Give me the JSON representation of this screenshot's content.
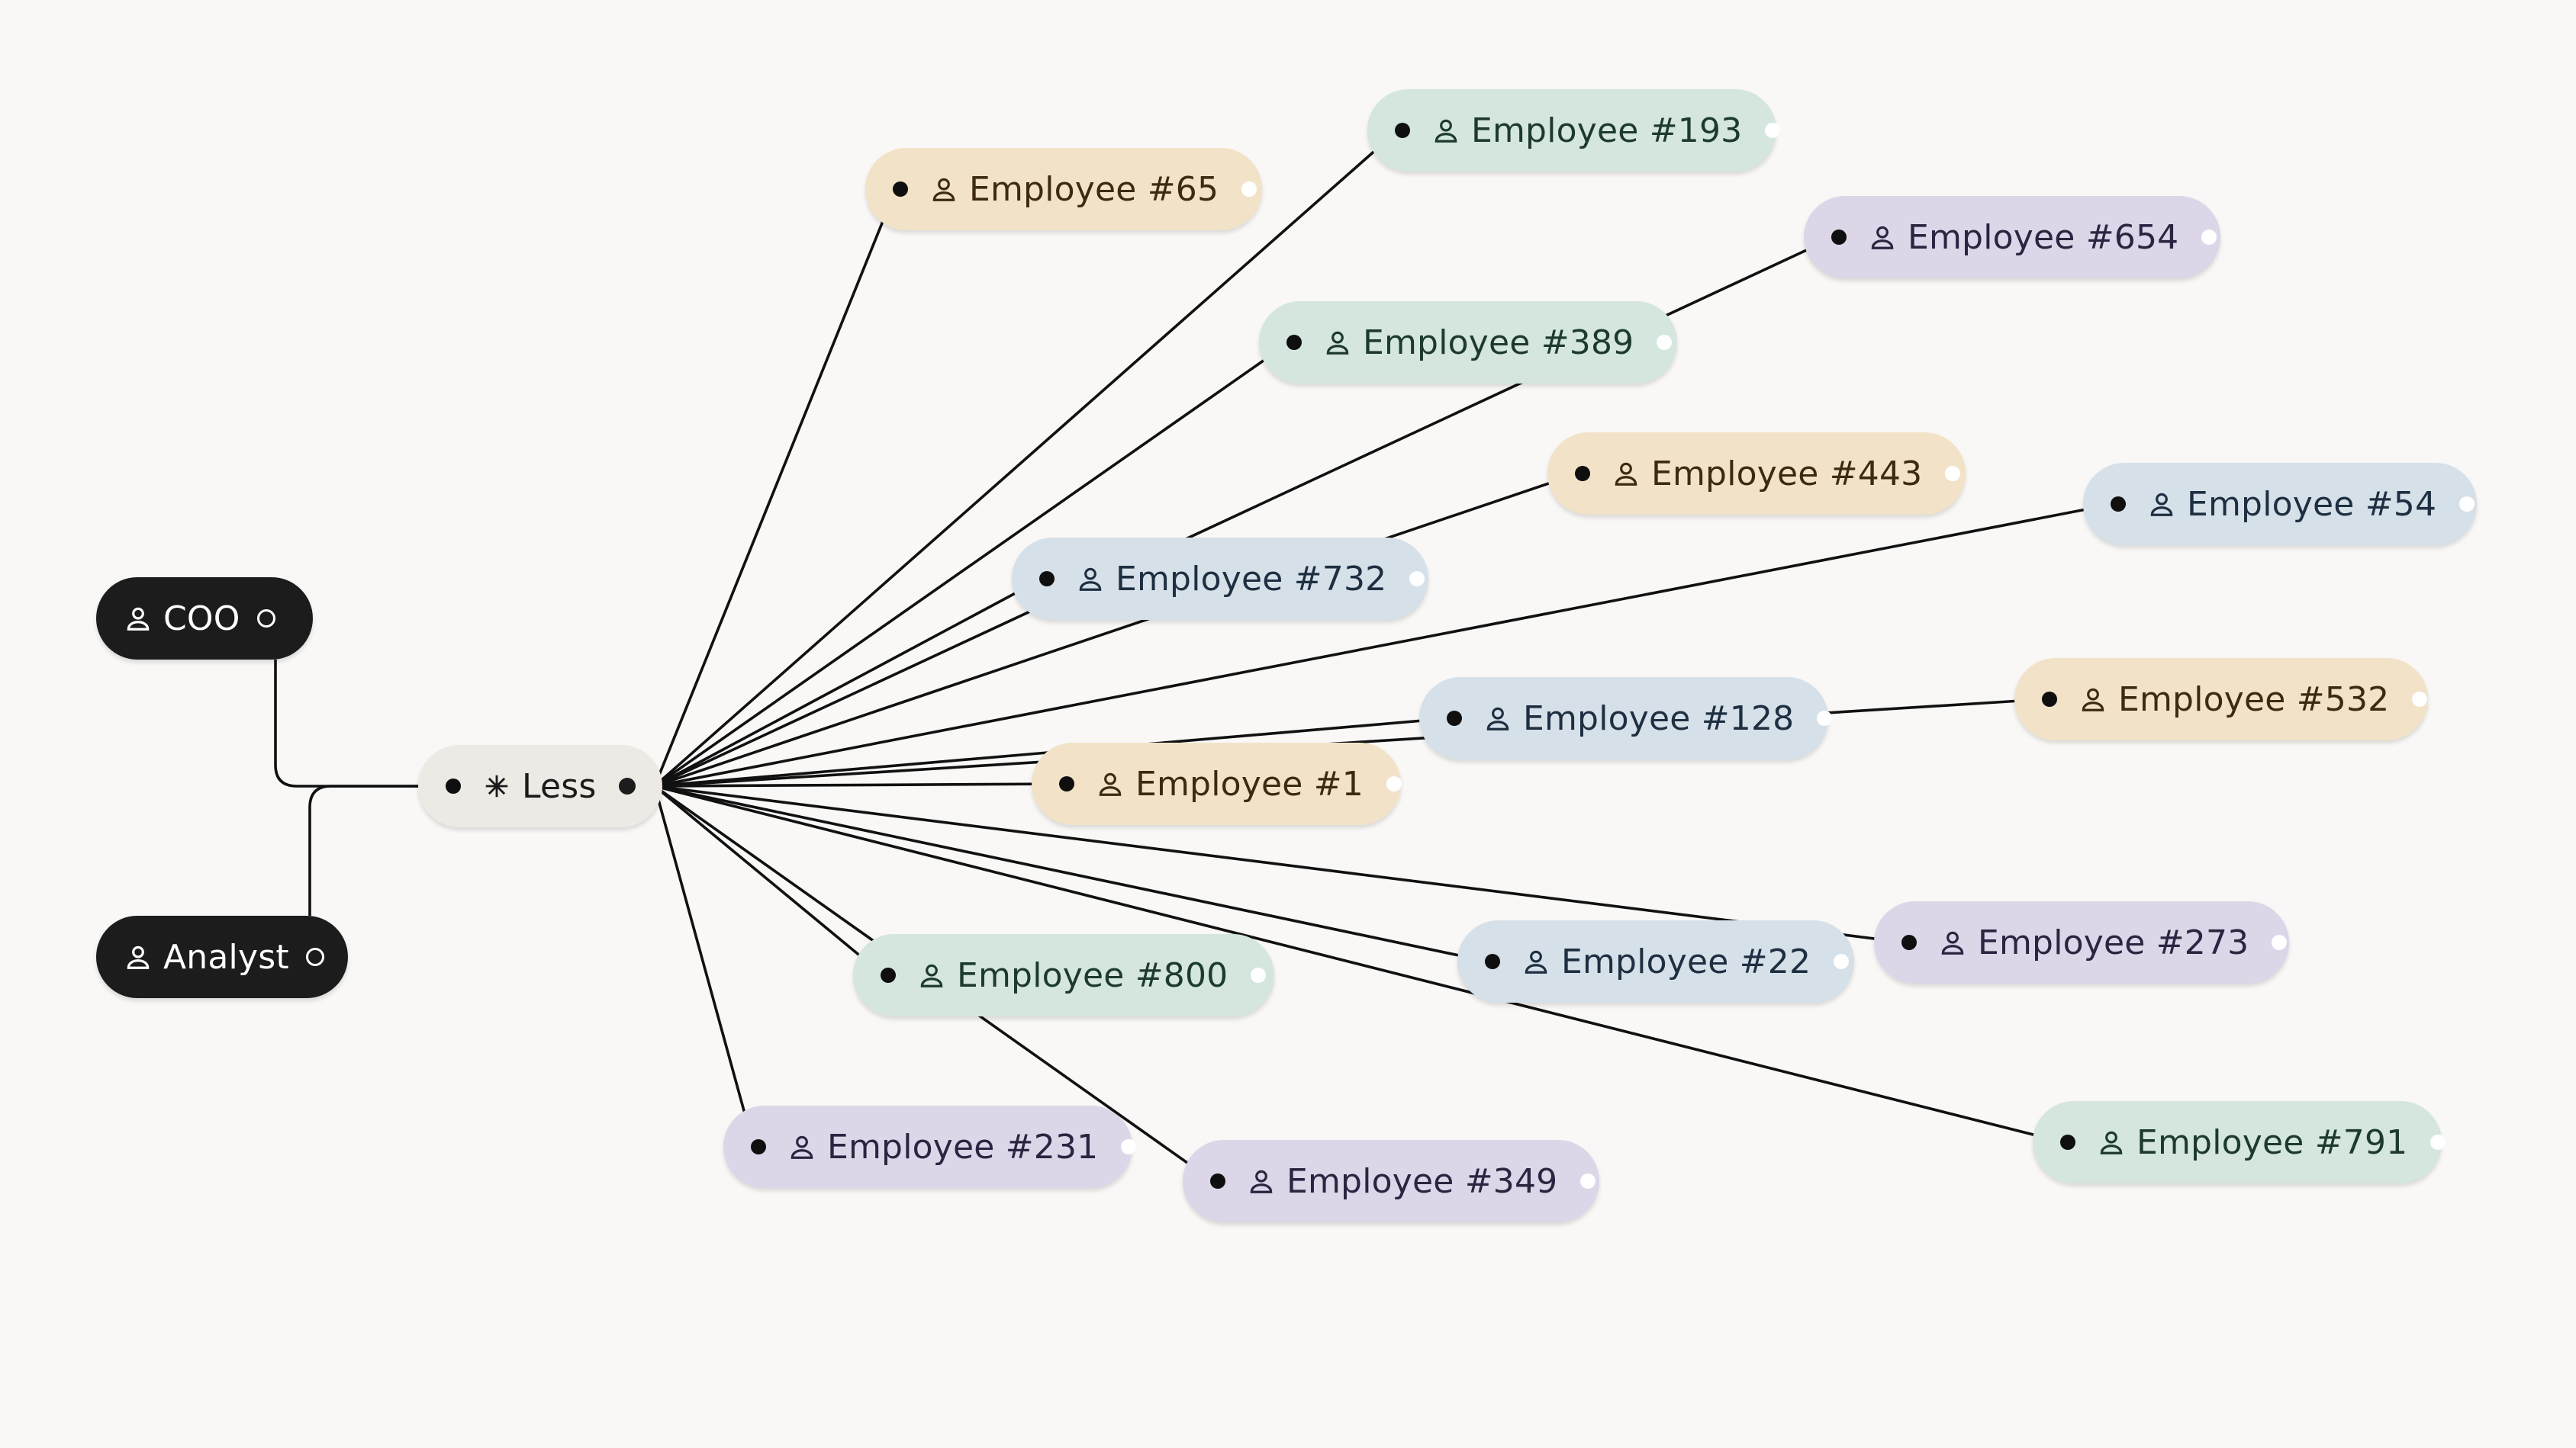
{
  "diagram": {
    "colors": {
      "canvas": "#f9f8f6",
      "edge": "#111111",
      "dark": "#1c1c1c",
      "group": "#ede9e5",
      "orange": "#f2e3c8",
      "green": "#d4e6de",
      "blue": "#d6e0e8",
      "purple": "#dcd6e8",
      "text_orange": "#3e2a10",
      "text_green": "#1d3a2e",
      "text_blue": "#1e2f42",
      "text_purple": "#2a2540"
    },
    "root_nodes": [
      {
        "id": "coo",
        "label": "COO",
        "icon": "user-icon"
      },
      {
        "id": "analyst",
        "label": "Analyst",
        "icon": "user-icon"
      }
    ],
    "group_node": {
      "id": "less",
      "label": "Less",
      "icon": "asterisk-icon"
    },
    "employees": [
      {
        "id": "e65",
        "label": "Employee #65",
        "color": "orange"
      },
      {
        "id": "e193",
        "label": "Employee #193",
        "color": "green"
      },
      {
        "id": "e654",
        "label": "Employee #654",
        "color": "purple"
      },
      {
        "id": "e389",
        "label": "Employee #389",
        "color": "green"
      },
      {
        "id": "e443",
        "label": "Employee #443",
        "color": "orange"
      },
      {
        "id": "e54",
        "label": "Employee #54",
        "color": "blue"
      },
      {
        "id": "e732",
        "label": "Employee #732",
        "color": "blue"
      },
      {
        "id": "e128",
        "label": "Employee #128",
        "color": "blue"
      },
      {
        "id": "e532",
        "label": "Employee #532",
        "color": "orange"
      },
      {
        "id": "e1",
        "label": "Employee #1",
        "color": "orange"
      },
      {
        "id": "e273",
        "label": "Employee #273",
        "color": "purple"
      },
      {
        "id": "e22",
        "label": "Employee #22",
        "color": "blue"
      },
      {
        "id": "e800",
        "label": "Employee #800",
        "color": "green"
      },
      {
        "id": "e791",
        "label": "Employee #791",
        "color": "green"
      },
      {
        "id": "e231",
        "label": "Employee #231",
        "color": "purple"
      },
      {
        "id": "e349",
        "label": "Employee #349",
        "color": "purple"
      }
    ]
  }
}
